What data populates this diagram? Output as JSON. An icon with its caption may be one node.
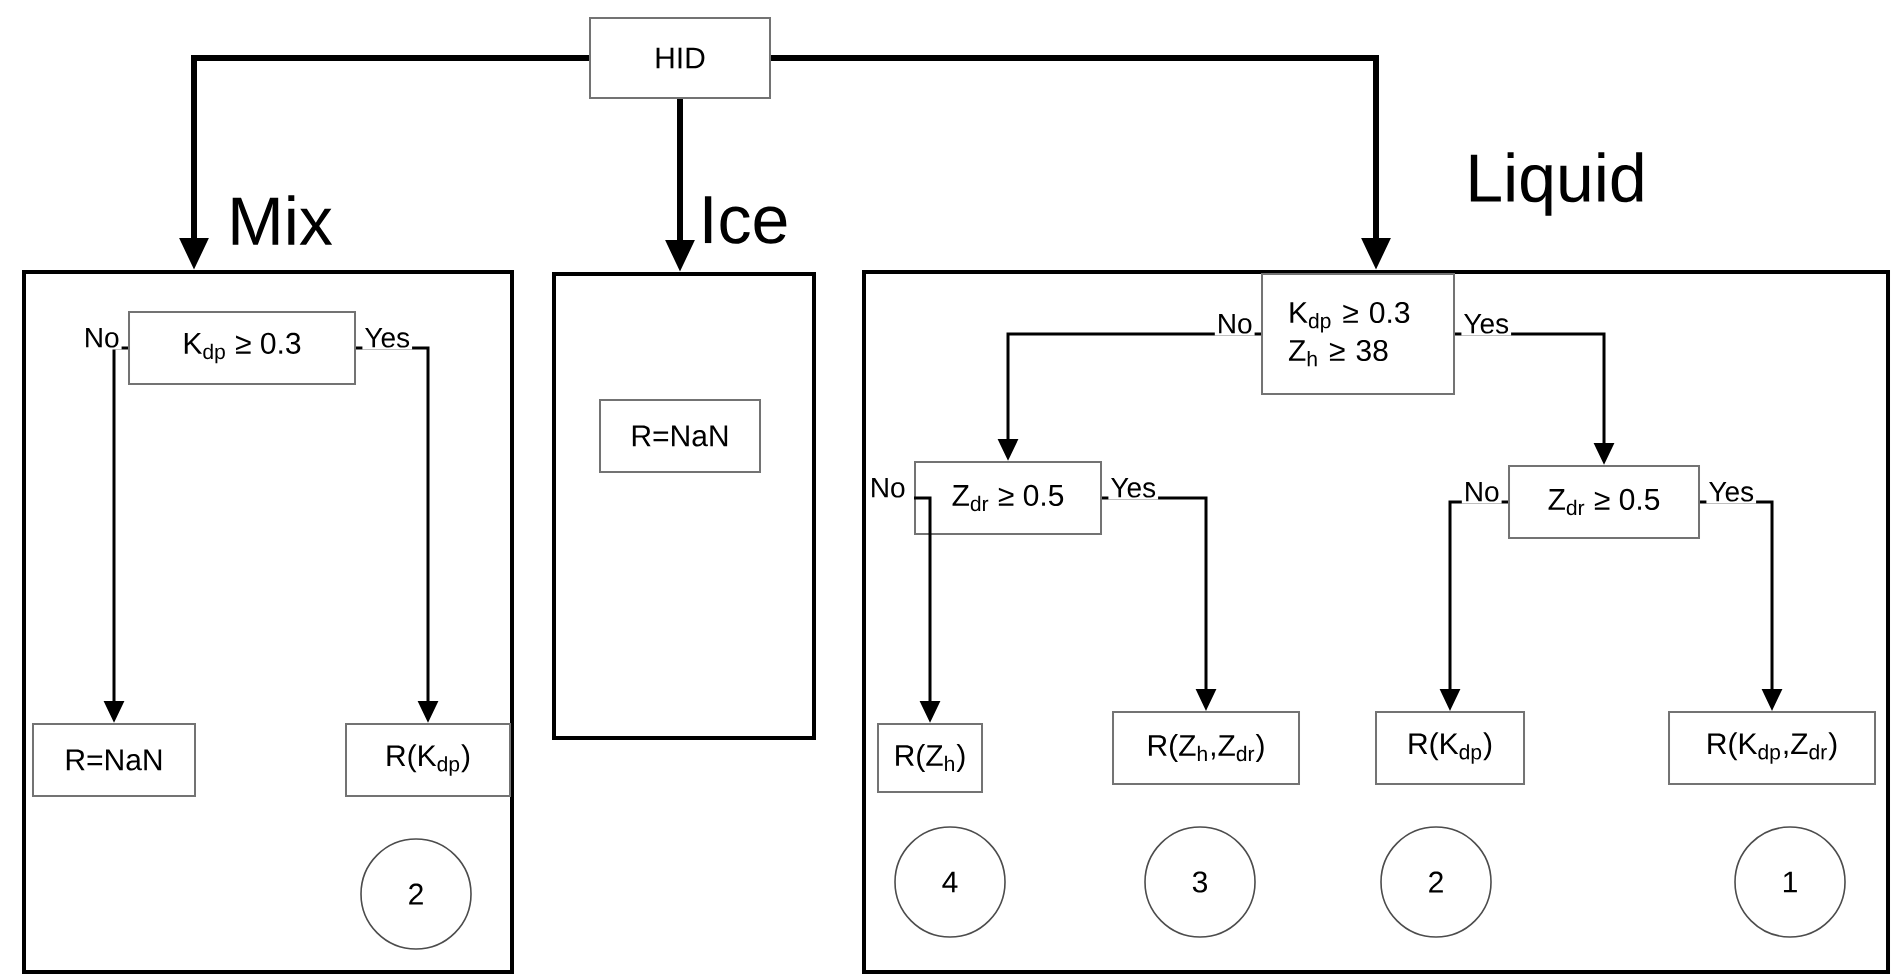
{
  "diagram": {
    "nodes": [
      {
        "text": [
          "HID"
        ]
      },
      {
        "text": [
          "Mix"
        ]
      },
      {
        "text": [
          "K$_{dp}$ ≥ 0.3"
        ],
        "in": 1
      },
      {
        "text": [
          "R=NaN"
        ],
        "in": 1
      },
      {
        "text": [
          "R(K$_{dp}$)"
        ],
        "in": 1
      },
      {
        "text": [
          "2"
        ],
        "in": 1
      },
      {
        "text": [
          "Ice"
        ]
      },
      {
        "text": [
          "R=NaN"
        ],
        "in": 6
      },
      {
        "text": [
          "Liquid"
        ]
      },
      {
        "text": [
          "K$_{dp}$ ≥ 0.3 Z$_{h}$ ≥ 38"
        ],
        "in": 8
      },
      {
        "text": [
          "Z$_{dr}$ ≥ 0.5"
        ],
        "in": 8
      },
      {
        "text": [
          "Z$_{dr}$ ≥ 0.5"
        ],
        "in": 8
      },
      {
        "text": [
          "R(Z$_{h}$)"
        ],
        "in": 8
      },
      {
        "text": [
          "R(Z$_{h}$,Z$_{dr}$)"
        ],
        "in": 8
      },
      {
        "text": [
          "R(K$_{dp}$)"
        ],
        "in": 8
      },
      {
        "text": [
          "R(K$_{dp}$,Z$_{dr}$)"
        ],
        "in": 8
      },
      {
        "text": [
          "4"
        ],
        "in": 8
      },
      {
        "text": [
          "3"
        ],
        "in": 8
      },
      {
        "text": [
          "2"
        ],
        "in": 8
      },
      {
        "text": [
          "1"
        ],
        "in": 8
      }
    ],
    "edges": [
      {
        "from": 0,
        "to": 1,
        "arrow": "to",
        "style": "thick"
      },
      {
        "from": 0,
        "to": 6,
        "arrow": "to",
        "style": "thick"
      },
      {
        "from": 0,
        "to": 8,
        "arrow": "to",
        "style": "thick"
      },
      {
        "from": 2,
        "to": 3,
        "arrow": "to",
        "label": "No"
      },
      {
        "from": 2,
        "to": 4,
        "arrow": "to",
        "label": "Yes"
      },
      {
        "from": 9,
        "to": 10,
        "arrow": "to",
        "label": "No"
      },
      {
        "from": 9,
        "to": 11,
        "arrow": "to",
        "label": "Yes"
      },
      {
        "from": 10,
        "to": 12,
        "arrow": "to",
        "label": "No"
      },
      {
        "from": 10,
        "to": 13,
        "arrow": "to",
        "label": "Yes"
      },
      {
        "from": 11,
        "to": 14,
        "arrow": "to",
        "label": "No"
      },
      {
        "from": 11,
        "to": 15,
        "arrow": "to",
        "label": "Yes"
      }
    ]
  }
}
